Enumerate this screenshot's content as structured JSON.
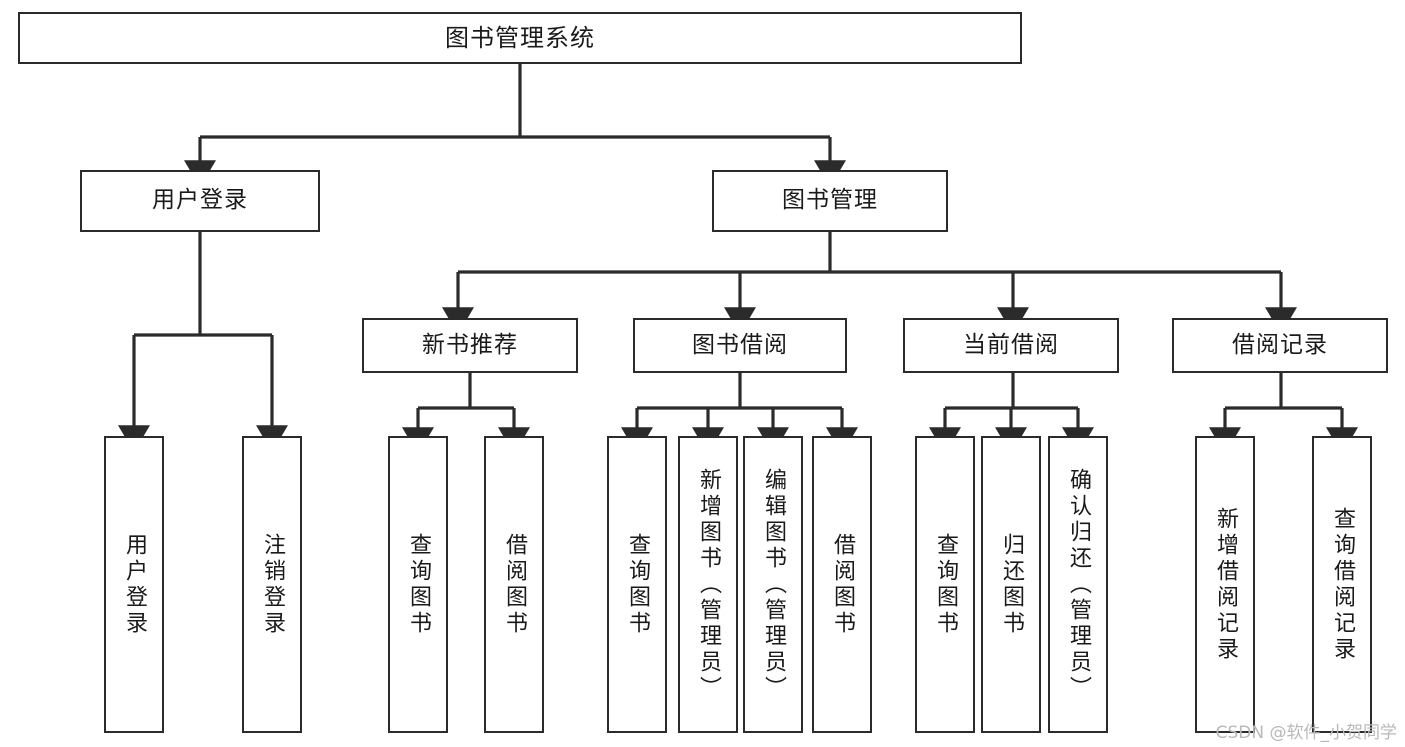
{
  "diagram": {
    "type": "tree",
    "title": "图书管理系统",
    "watermark": "CSDN @软件_小贺同学",
    "colors": {
      "stroke": "#2b2b2b",
      "fill": "#ffffff",
      "text": "#1a1a1a",
      "watermark": "#b9b9b9"
    },
    "levels": {
      "root": {
        "label": "图书管理系统"
      },
      "level1": [
        {
          "id": "user-login",
          "label": "用户登录"
        },
        {
          "id": "book-manage",
          "label": "图书管理"
        }
      ],
      "level2": [
        {
          "id": "new-book-recommend",
          "label": "新书推荐",
          "parent": "book-manage"
        },
        {
          "id": "book-borrow",
          "label": "图书借阅",
          "parent": "book-manage"
        },
        {
          "id": "current-borrow",
          "label": "当前借阅",
          "parent": "book-manage"
        },
        {
          "id": "borrow-record",
          "label": "借阅记录",
          "parent": "book-manage"
        }
      ],
      "leaves": [
        {
          "id": "leaf-user-login",
          "label": "用户登录",
          "parent": "user-login"
        },
        {
          "id": "leaf-logout",
          "label": "注销登录",
          "parent": "user-login"
        },
        {
          "id": "leaf-query-book-1",
          "label": "查询图书",
          "parent": "new-book-recommend"
        },
        {
          "id": "leaf-borrow-book-1",
          "label": "借阅图书",
          "parent": "new-book-recommend"
        },
        {
          "id": "leaf-query-book-2",
          "label": "查询图书",
          "parent": "book-borrow"
        },
        {
          "id": "leaf-add-book",
          "label": "新增图书（管理员）",
          "parent": "book-borrow"
        },
        {
          "id": "leaf-edit-book",
          "label": "编辑图书（管理员）",
          "parent": "book-borrow"
        },
        {
          "id": "leaf-borrow-book-2",
          "label": "借阅图书",
          "parent": "book-borrow"
        },
        {
          "id": "leaf-query-book-3",
          "label": "查询图书",
          "parent": "current-borrow"
        },
        {
          "id": "leaf-return-book",
          "label": "归还图书",
          "parent": "current-borrow"
        },
        {
          "id": "leaf-confirm-return",
          "label": "确认归还（管理员）",
          "parent": "current-borrow"
        },
        {
          "id": "leaf-add-record",
          "label": "新增借阅记录",
          "parent": "borrow-record"
        },
        {
          "id": "leaf-query-record",
          "label": "查询借阅记录",
          "parent": "borrow-record"
        }
      ]
    }
  }
}
